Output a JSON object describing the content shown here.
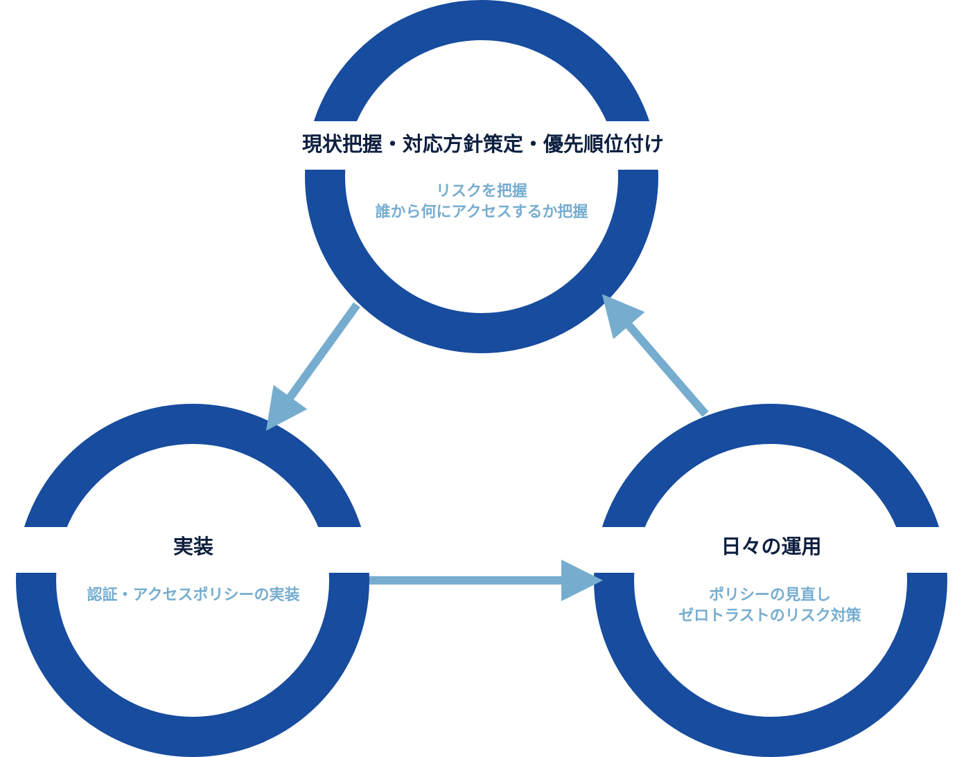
{
  "colors": {
    "ring": "#174c9e",
    "arrow": "#76adcf",
    "title": "#0d1f3f",
    "description": "#76adcf",
    "background": "#ffffff"
  },
  "stages": [
    {
      "title": "現状把握・対応方針策定・優先順位付け",
      "description": [
        "リスクを把握",
        "誰から何にアクセスするか把握"
      ]
    },
    {
      "title": "実装",
      "description": [
        "認証・アクセスポリシーの実装"
      ]
    },
    {
      "title": "日々の運用",
      "description": [
        "ポリシーの見直し",
        "ゼロトラストのリスク対策"
      ]
    }
  ]
}
